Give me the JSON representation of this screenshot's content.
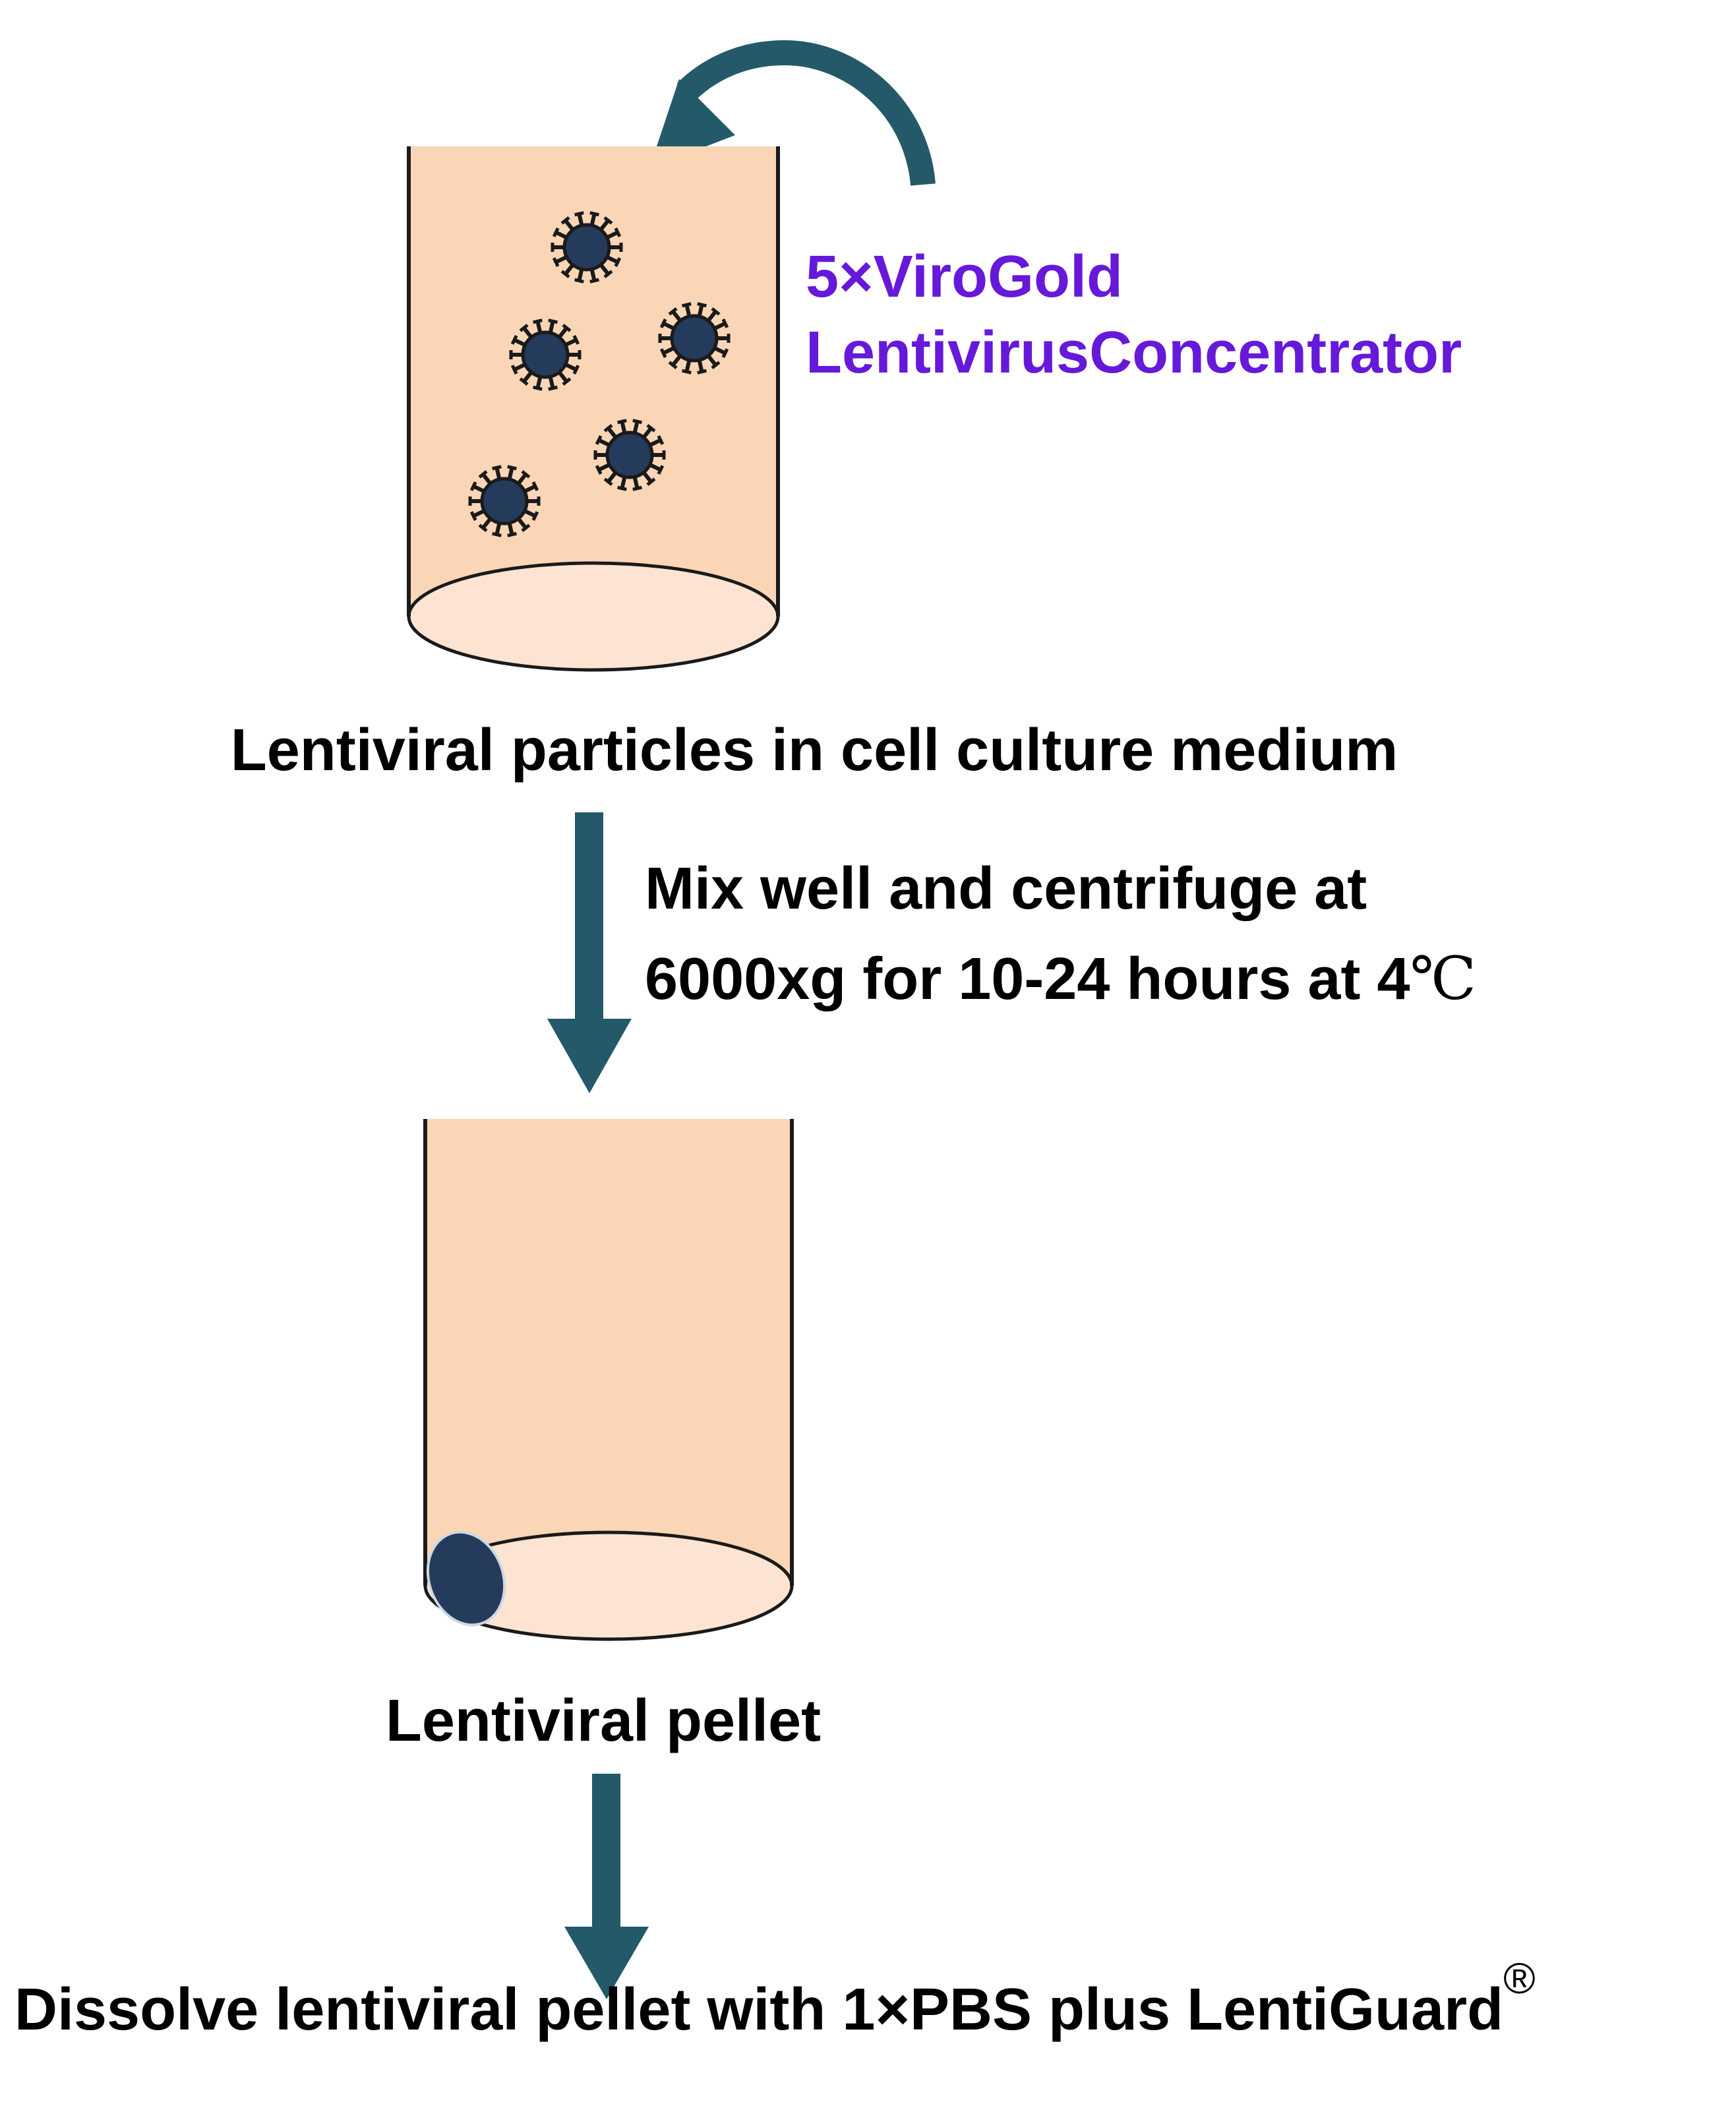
{
  "reagent": {
    "line1": "5×ViroGold",
    "line2": "LentivirusConcentrator"
  },
  "step1_caption": "Lentiviral particles in cell culture medium",
  "step2_instruction": {
    "line1": "Mix well and centrifuge at",
    "line2_text": "6000xg for 10-24 hours at 4",
    "line2_unit": "℃"
  },
  "step2_caption": "Lentiviral pellet",
  "step3_caption": {
    "text": "Dissolve lentiviral pellet with 1×PBS plus LentiGuard",
    "registered_mark": "®"
  },
  "colors": {
    "tube_fill": "#fbd6b6",
    "tube_bottom_fill": "#fde4d2",
    "tube_stroke": "#1a1a1a",
    "virus_fill": "#243b5c",
    "arrow": "#24596a",
    "reagent_text": "#6619d9",
    "caption_text": "#000000"
  },
  "icons": {
    "reagent_arrow": "curved-arrow-icon",
    "step_arrow": "down-arrow-icon",
    "particle": "virus-particle-icon",
    "pellet": "pellet-icon"
  }
}
